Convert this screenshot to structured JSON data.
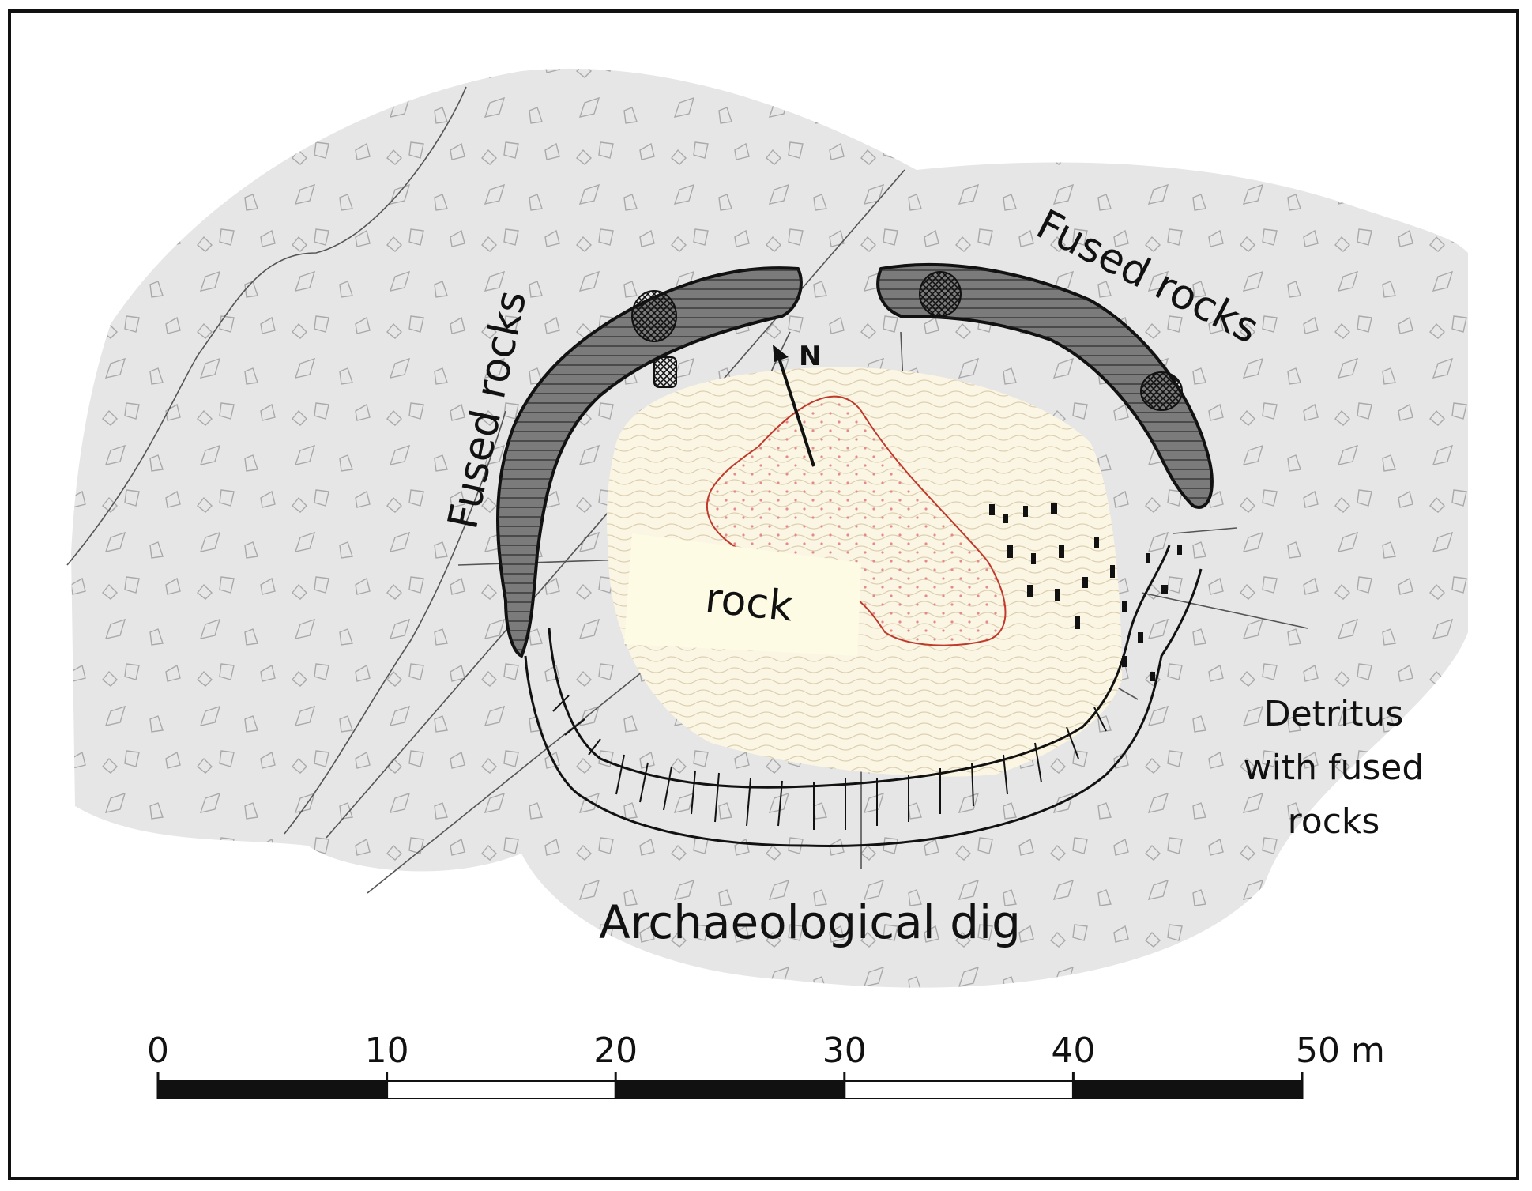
{
  "labels": {
    "fused_rocks_left": "Fused rocks",
    "fused_rocks_right": "Fused rocks",
    "rock": "rock",
    "north": "N",
    "detritus_line1": "Detritus",
    "detritus_line2": "with fused",
    "detritus_line3": "rocks",
    "archaeological_dig": "Archaeological dig"
  },
  "scale_bar": {
    "ticks": [
      "0",
      "10",
      "20",
      "30",
      "40",
      "50 m"
    ],
    "segments": [
      "black",
      "white",
      "black",
      "white",
      "black"
    ]
  },
  "colors": {
    "terrain": "#e6e6e6",
    "rampart": "#7b7b7b",
    "interior": "#fbf6e4",
    "rock_outcrop": "#fdfbe3",
    "red_zone": "#c0392b",
    "ink": "#111111"
  }
}
